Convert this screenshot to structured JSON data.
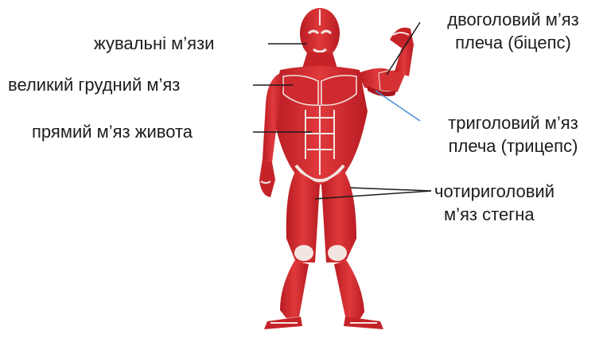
{
  "labels": {
    "chewing": "жувальні м’язи",
    "pectoral": "великий грудний м’яз",
    "abdominis": "прямий м’яз живота",
    "biceps_line1": "двоголовий м’яз",
    "biceps_line2": "плеча (біцепс)",
    "triceps_line1": "триголовий м’яз",
    "triceps_line2": "плеча (трицепс)",
    "quadriceps_line1": "чотириголовий",
    "quadriceps_line2": "м’яз стегна"
  },
  "colors": {
    "muscle": "#d42a2f",
    "muscle_dark": "#a8161c",
    "tendon": "#f3e6e2",
    "text": "#1c1c1c",
    "leader_dark": "#1c1c1c",
    "leader_blue": "#4a8fd8"
  }
}
